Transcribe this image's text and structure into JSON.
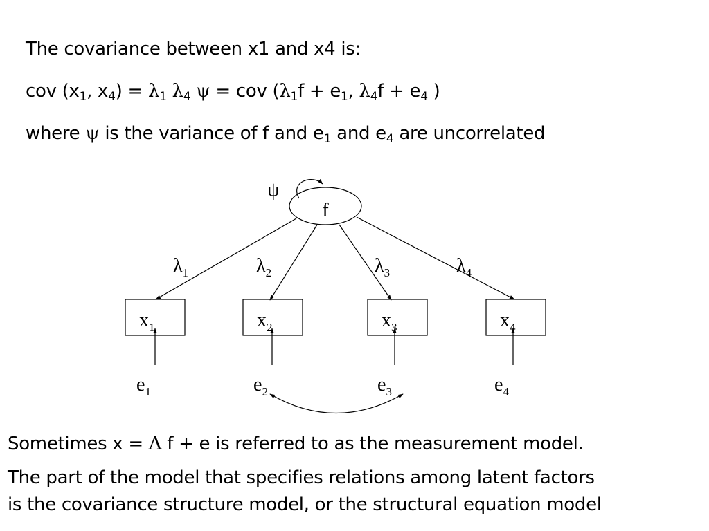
{
  "header": {
    "line1": "The covariance between x1 and x4 is:",
    "line2": {
      "a": "cov (x",
      "a_sub": "1",
      "b": ", x",
      "b_sub": "4",
      "c": ") = ",
      "lambda1": "λ",
      "lambda1_sub": "1",
      "lambda4": " λ",
      "lambda4_sub": "4",
      "psi": " ψ",
      "d": " = cov (",
      "lambda1b": "λ",
      "lambda1b_sub": "1",
      "e": "f + e",
      "e_sub": "1",
      "f": ", ",
      "lambda4b": "λ",
      "lambda4b_sub": "4",
      "g": "f + e",
      "g_sub": "4",
      "h": " )"
    },
    "line3": {
      "a": "where ",
      "psi": "ψ",
      "b": " is the variance of f and e",
      "b_sub": "1",
      "c": " and e",
      "c_sub": "4",
      "d": " are uncorrelated"
    }
  },
  "diagram": {
    "factor": {
      "label": "f"
    },
    "psi": "ψ",
    "loadings": [
      {
        "symbol": "λ",
        "sub": "1"
      },
      {
        "symbol": "λ",
        "sub": "2"
      },
      {
        "symbol": "λ",
        "sub": "3"
      },
      {
        "symbol": "λ",
        "sub": "4"
      }
    ],
    "observed": [
      {
        "symbol": "x",
        "sub": "1"
      },
      {
        "symbol": "x",
        "sub": "2"
      },
      {
        "symbol": "x",
        "sub": "3"
      },
      {
        "symbol": "x",
        "sub": "4"
      }
    ],
    "errors": [
      {
        "symbol": "e",
        "sub": "1"
      },
      {
        "symbol": "e",
        "sub": "2"
      },
      {
        "symbol": "e",
        "sub": "3"
      },
      {
        "symbol": "e",
        "sub": "4"
      }
    ]
  },
  "footer": {
    "line1": {
      "a": "Sometimes x = ",
      "capital_lambda": "Λ",
      "b": " f + e is referred to as the measurement model."
    },
    "line2": "The part of the model that specifies relations among latent factors",
    "line3": "is the covariance structure model, or the structural equation model"
  }
}
